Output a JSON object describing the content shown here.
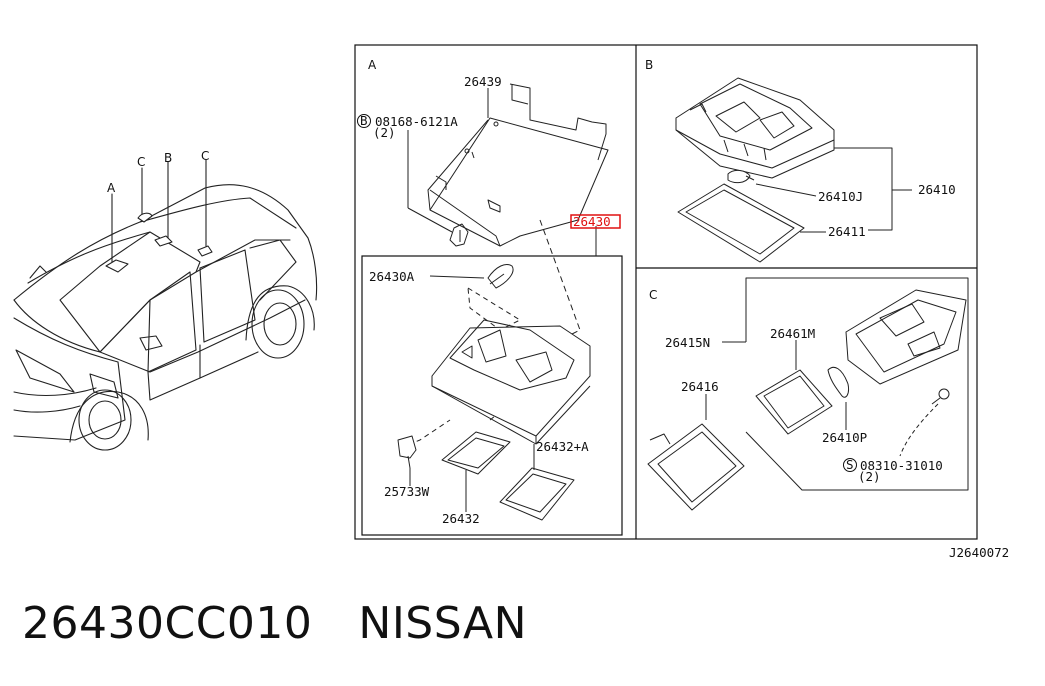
{
  "diagram_code": "J2640072",
  "part_number": "26430CC010",
  "brand": "NISSAN",
  "vehicle_callouts": [
    "A",
    "B",
    "C",
    "C"
  ],
  "sections": {
    "A": {
      "letter": "A",
      "labels": {
        "p26439": "26439",
        "bolt_prefix": "B",
        "bolt": "08168-6121A",
        "bolt_qty": "(2)",
        "p26430": "26430",
        "p26430A": "26430A",
        "p25733W": "25733W",
        "p26432": "26432",
        "p26432A": "26432+A"
      }
    },
    "B": {
      "letter": "B",
      "labels": {
        "p26410": "26410",
        "p26410J": "26410J",
        "p26411": "26411"
      }
    },
    "C": {
      "letter": "C",
      "labels": {
        "p26415N": "26415N",
        "p26461M": "26461M",
        "p26416": "26416",
        "p26410P": "26410P",
        "screw_prefix": "S",
        "screw": "08310-31010",
        "screw_qty": "(2)"
      }
    }
  },
  "highlight_color": "#e01010"
}
